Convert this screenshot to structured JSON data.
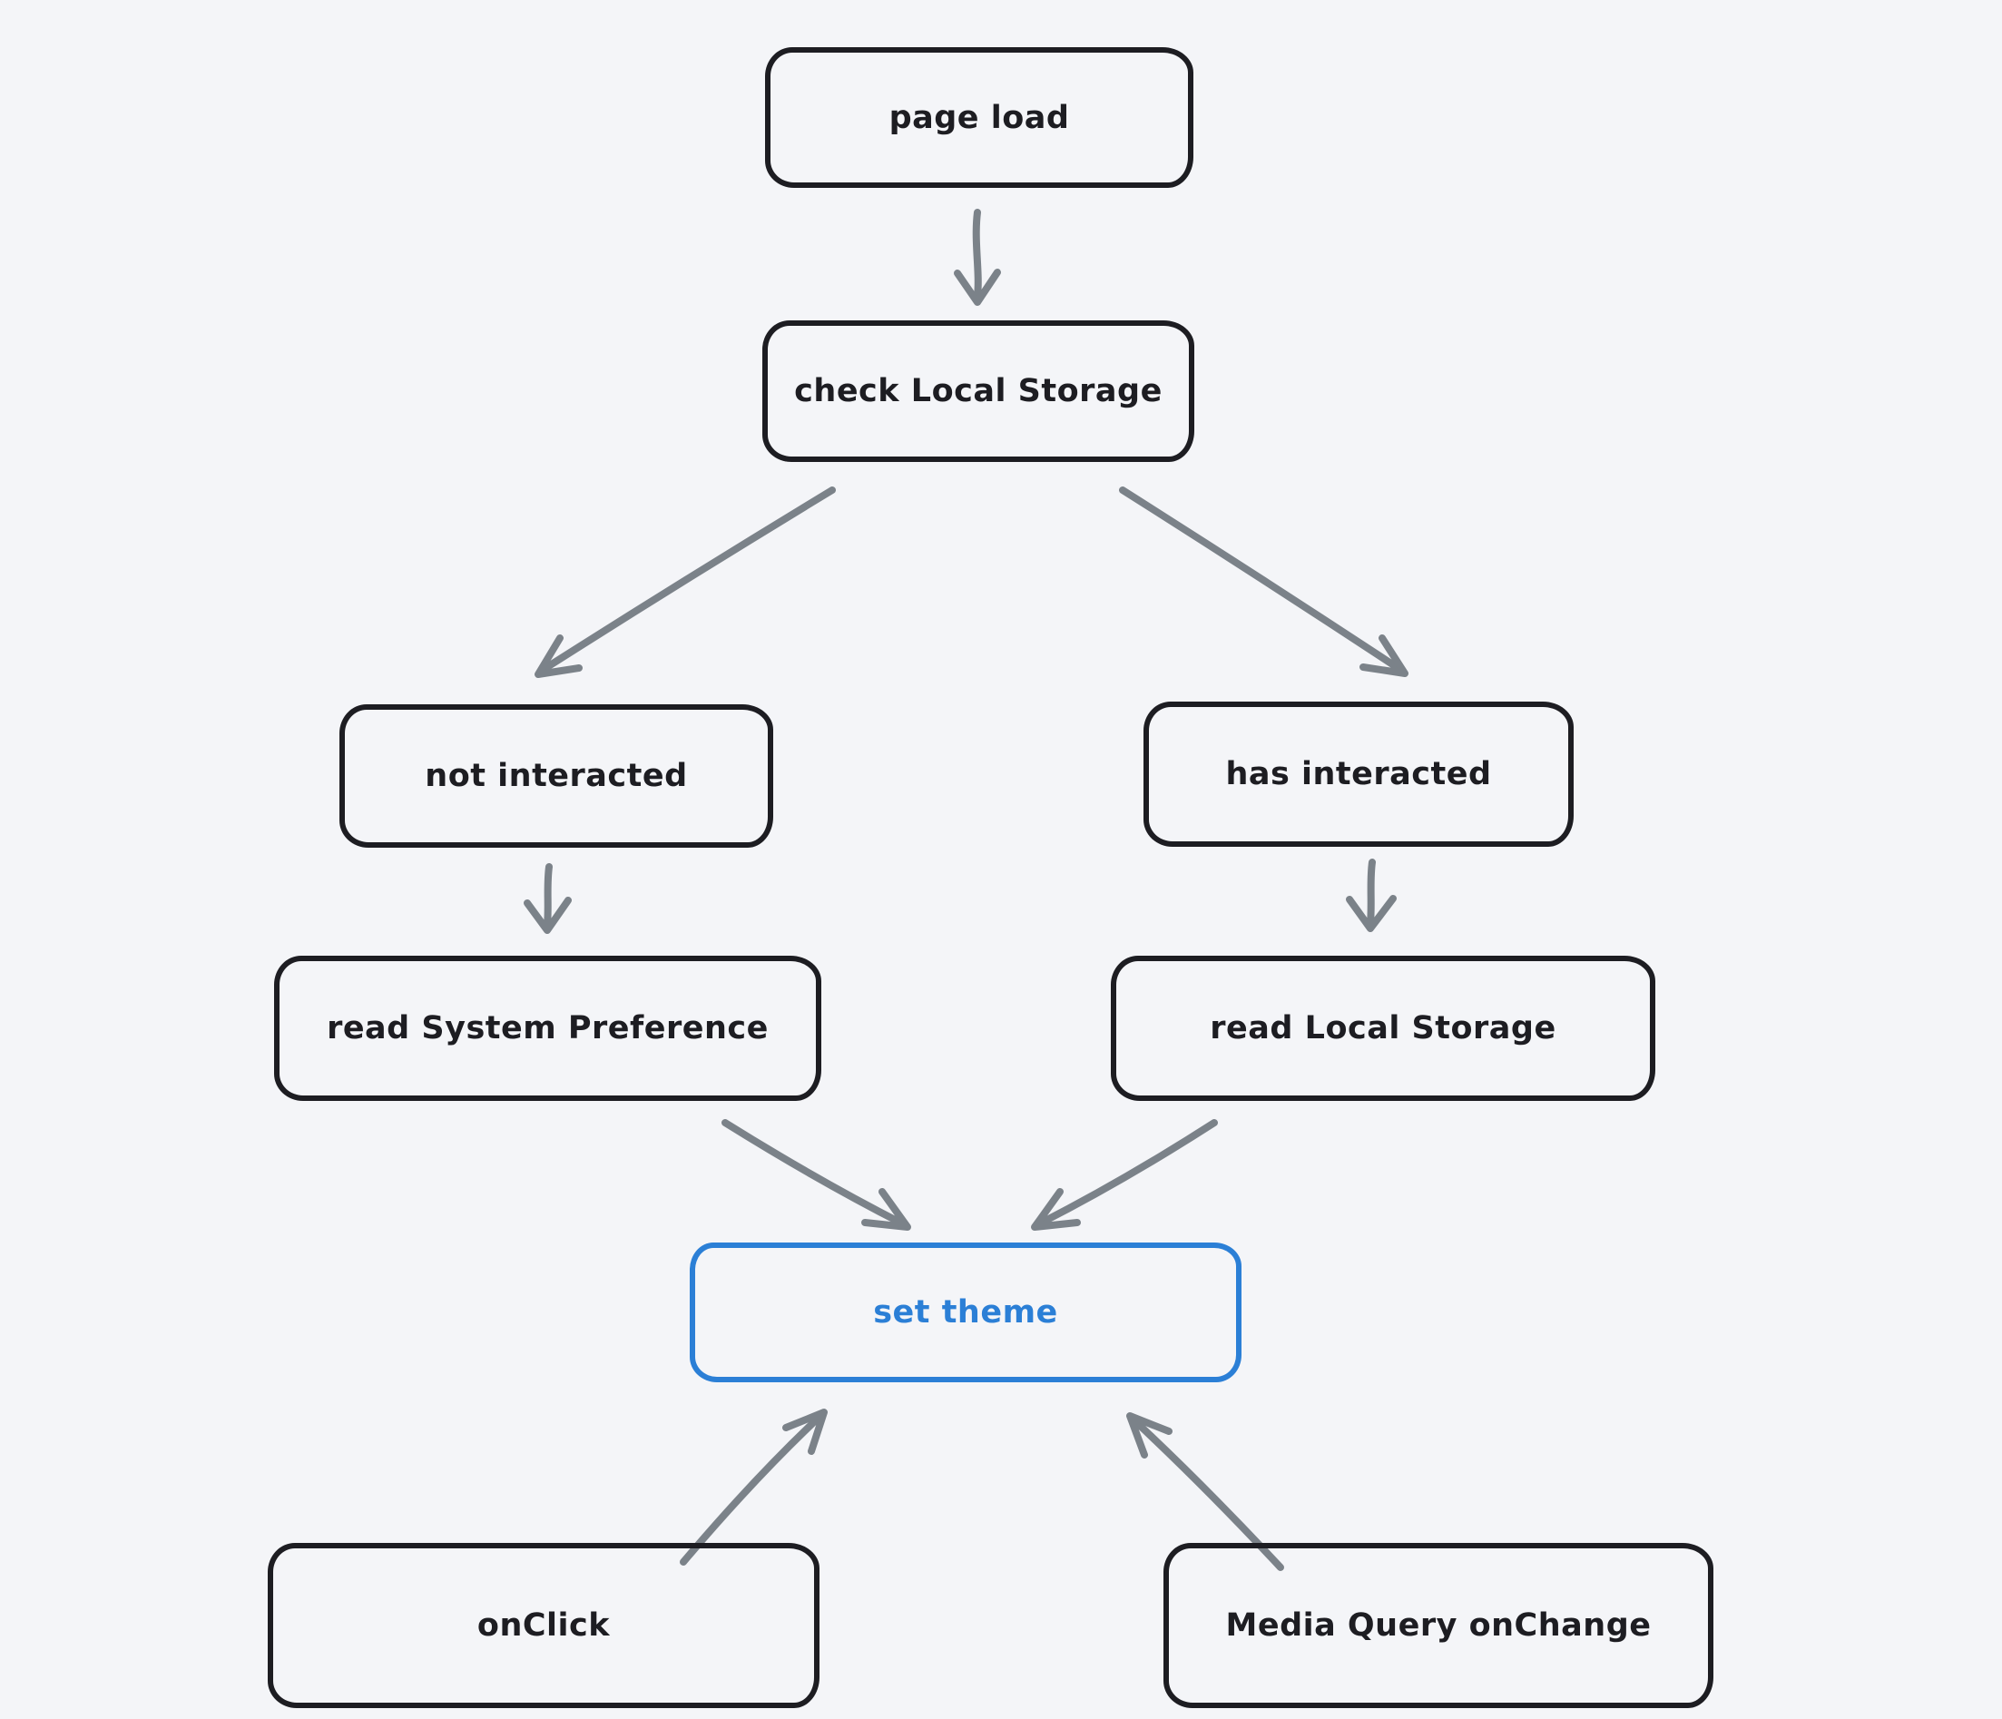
{
  "colors": {
    "bg": "#f4f5f8",
    "ink": "#1d1d22",
    "arrow": "#7b8289",
    "accent": "#2b7fd6"
  },
  "nodes": [
    {
      "id": "page-load",
      "label": "page load"
    },
    {
      "id": "check-local-storage",
      "label": "check Local Storage"
    },
    {
      "id": "not-interacted",
      "label": "not interacted"
    },
    {
      "id": "has-interacted",
      "label": "has interacted"
    },
    {
      "id": "read-system-preference",
      "label": "read System Preference"
    },
    {
      "id": "read-local-storage",
      "label": "read Local Storage"
    },
    {
      "id": "set-theme",
      "label": "set theme",
      "accent": true
    },
    {
      "id": "onclick",
      "label": "onClick"
    },
    {
      "id": "media-query-onchange",
      "label": "Media Query onChange"
    }
  ],
  "edges": [
    {
      "from": "page-load",
      "to": "check-local-storage"
    },
    {
      "from": "check-local-storage",
      "to": "not-interacted"
    },
    {
      "from": "check-local-storage",
      "to": "has-interacted"
    },
    {
      "from": "not-interacted",
      "to": "read-system-preference"
    },
    {
      "from": "has-interacted",
      "to": "read-local-storage"
    },
    {
      "from": "read-system-preference",
      "to": "set-theme"
    },
    {
      "from": "read-local-storage",
      "to": "set-theme"
    },
    {
      "from": "onclick",
      "to": "set-theme"
    },
    {
      "from": "media-query-onchange",
      "to": "set-theme"
    }
  ]
}
